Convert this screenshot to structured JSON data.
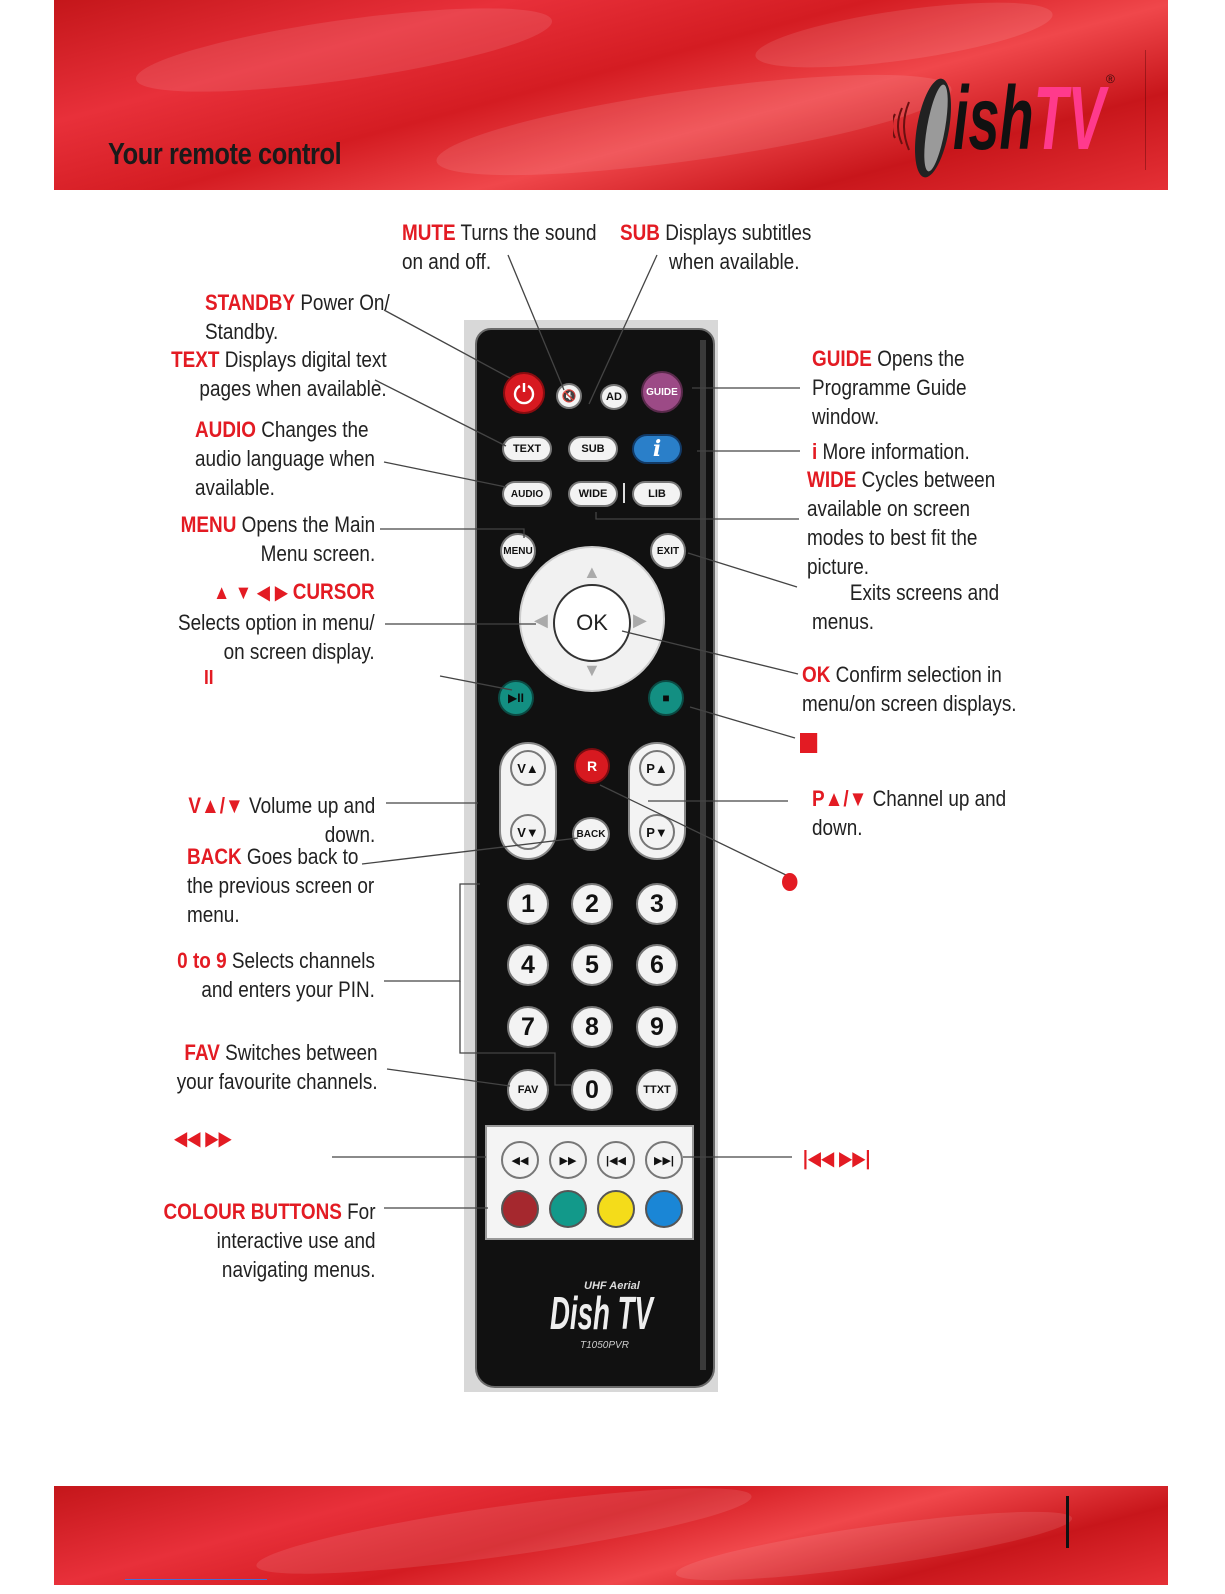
{
  "header": {
    "title": "Your remote control",
    "logo": {
      "prefix": "D",
      "middle": "ish",
      "suffix": "TV",
      "registered": "®"
    }
  },
  "annotations": {
    "mute": {
      "key": "MUTE",
      "line1": " Turns the sound",
      "line2": "on and off."
    },
    "sub": {
      "key": "SUB",
      "line1": " Displays subtitles",
      "line2": "when available."
    },
    "standby": {
      "key": "STANDBY",
      "line1": " Power On/",
      "line2": "Standby."
    },
    "text": {
      "key": "TEXT",
      "line1": " Displays digital text",
      "line2": "pages when available."
    },
    "audio": {
      "key": "AUDIO",
      "line1": " Changes the",
      "line2": "audio language when",
      "line3": "available."
    },
    "menu": {
      "key": "MENU",
      "line1": " Opens the Main",
      "line2": "Menu screen."
    },
    "cursor": {
      "key": "CURSOR",
      "symbols": "▲ ▼ ◀ ▶ ",
      "line1": "Selects option in menu/",
      "line2": "on screen display."
    },
    "play_pause": {
      "symbol": "II"
    },
    "volume": {
      "key": "V▲/▼",
      "line1": " Volume up and",
      "line2": "down."
    },
    "back": {
      "key": "BACK",
      "line1": " Goes back to",
      "line2": "the previous screen or",
      "line3": "menu."
    },
    "numbers": {
      "key": "0 to 9",
      "line1": " Selects channels",
      "line2": "and enters your PIN."
    },
    "fav": {
      "key": "FAV",
      "line1": " Switches between",
      "line2": "your favourite channels."
    },
    "rewind_ff": {
      "symbol": "◀◀ ▶▶"
    },
    "colour": {
      "key": "COLOUR BUTTONS",
      "line1": " For",
      "line2": "interactive use and",
      "line3": "navigating menus."
    },
    "guide": {
      "key": "GUIDE",
      "line1": " Opens the",
      "line2": "Programme Guide",
      "line3": "window."
    },
    "info": {
      "key": "i",
      "line1": " More information."
    },
    "wide": {
      "key": "WIDE",
      "line1": " Cycles between",
      "line2": "available on screen",
      "line3": "modes to best fit the",
      "line4": "picture."
    },
    "exit": {
      "line1": "Exits screens and",
      "line2": "menus."
    },
    "ok": {
      "key": "OK",
      "line1": " Confirm selection in",
      "line2": "menu/on screen displays."
    },
    "channel": {
      "key": "P▲/▼",
      "line1": " Channel up and",
      "line2": "down."
    },
    "skip": {
      "symbol": "|◀◀ ▶▶|"
    }
  },
  "remote": {
    "buttons": {
      "mute": "🔇",
      "ad": "AD",
      "guide": "GUIDE",
      "text": "TEXT",
      "sub": "SUB",
      "info": "i",
      "audio": "AUDIO",
      "wide": "WIDE",
      "lib": "LIB",
      "menu": "MENU",
      "exit": "EXIT",
      "ok": "OK",
      "play_pause": "▶II",
      "stop": "■",
      "vol_up": "V▲",
      "vol_down": "V▼",
      "rec": "R",
      "back": "BACK",
      "ch_up": "P▲",
      "ch_down": "P▼",
      "n1": "1",
      "n2": "2",
      "n3": "3",
      "n4": "4",
      "n5": "5",
      "n6": "6",
      "n7": "7",
      "n8": "8",
      "n9": "9",
      "n0": "0",
      "fav": "FAV",
      "ttxt": "TTXT",
      "rew": "◀◀",
      "ff": "▶▶",
      "prev": "|◀◀",
      "next": "▶▶|"
    },
    "brand": {
      "sub": "UHF Aerial",
      "logo": "Dish TV",
      "model": "T1050PVR"
    }
  },
  "colors": {
    "accent": "#e31b23",
    "colour_buttons": [
      "#a5282e",
      "#12998a",
      "#f4dc1a",
      "#1a86d6"
    ]
  }
}
